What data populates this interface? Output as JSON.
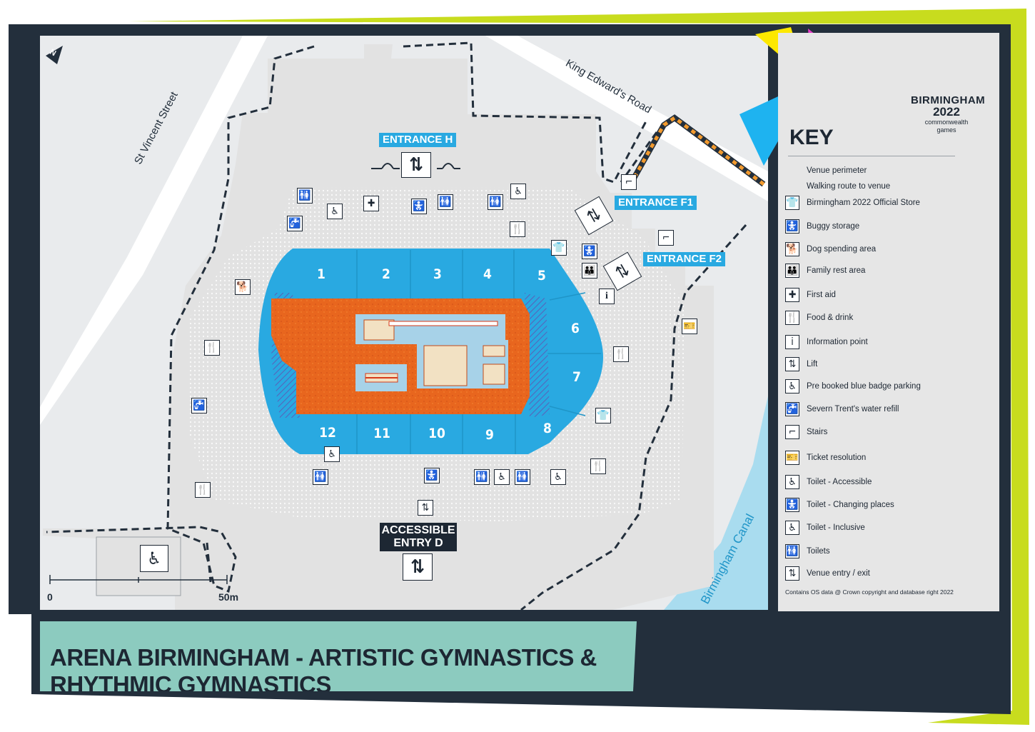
{
  "title": "ARENA BIRMINGHAM - ARTISTIC GYMNASTICS & RHYTHMIC GYMNASTICS",
  "colors": {
    "frame": "#232f3c",
    "accent_lime": "#c8dc1e",
    "land": "#e9ebed",
    "venue": "#e2e2e2",
    "road": "#ffffff",
    "canal": "#a9dcef",
    "seating": "#29a9e1",
    "floor": "#e8661e",
    "banner": "#8ccbbf",
    "walking_route": "#f29a2e",
    "flag_yellow": "#fde800",
    "flag_magenta": "#e43cc7",
    "flag_blue": "#1eb3f0"
  },
  "map": {
    "streets": {
      "st_vincent": "St Vincent Street",
      "king_edwards": "King Edward's Road",
      "canal": "Birmingham Canal"
    },
    "entrances": {
      "h": "ENTRANCE H",
      "f1": "ENTRANCE F1",
      "f2": "ENTRANCE F2",
      "d_line1": "ACCESSIBLE",
      "d_line2": "ENTRY D"
    },
    "sections": [
      "1",
      "2",
      "3",
      "4",
      "5",
      "6",
      "7",
      "8",
      "9",
      "10",
      "11",
      "12"
    ],
    "scale": {
      "start": "0",
      "end": "50m"
    },
    "north_label": "N"
  },
  "key": {
    "title": "KEY",
    "items": [
      {
        "icon": "venue-perimeter",
        "glyph": "",
        "label": "Venue perimeter"
      },
      {
        "icon": "walking-route",
        "glyph": "",
        "label": "Walking route to venue"
      },
      {
        "icon": "official-store",
        "glyph": "👕",
        "label": "Birmingham 2022 Official Store"
      },
      {
        "icon": "buggy-storage",
        "glyph": "🚼",
        "label": "Buggy storage"
      },
      {
        "icon": "dog-spending",
        "glyph": "🐕",
        "label": "Dog spending area"
      },
      {
        "icon": "family-rest",
        "glyph": "👪",
        "label": "Family rest area"
      },
      {
        "icon": "first-aid",
        "glyph": "✚",
        "label": "First aid"
      },
      {
        "icon": "food-drink",
        "glyph": "🍴",
        "label": "Food & drink"
      },
      {
        "icon": "information",
        "glyph": "i",
        "label": "Information point"
      },
      {
        "icon": "lift",
        "glyph": "⇅",
        "label": "Lift"
      },
      {
        "icon": "blue-badge",
        "glyph": "♿",
        "label": "Pre booked blue badge parking"
      },
      {
        "icon": "water-refill",
        "glyph": "🚰",
        "label": "Severn Trent's water refill"
      },
      {
        "icon": "stairs",
        "glyph": "⌐",
        "label": "Stairs"
      },
      {
        "icon": "ticket",
        "glyph": "🎫",
        "label": "Ticket resolution"
      },
      {
        "icon": "toilet-accessible",
        "glyph": "♿",
        "label": "Toilet - Accessible"
      },
      {
        "icon": "toilet-changing",
        "glyph": "🚼",
        "label": "Toilet - Changing places"
      },
      {
        "icon": "toilet-inclusive",
        "glyph": "♿",
        "label": "Toilet - Inclusive"
      },
      {
        "icon": "toilets",
        "glyph": "🚻",
        "label": "Toilets"
      },
      {
        "icon": "venue-entry",
        "glyph": "⇅",
        "label": "Venue entry / exit"
      }
    ],
    "credit": "Contains OS data @ Crown copyright and database right 2022"
  },
  "logo": {
    "line1": "BIRMINGHAM",
    "line2": "2022",
    "line3": "commonwealth",
    "line4": "games"
  }
}
